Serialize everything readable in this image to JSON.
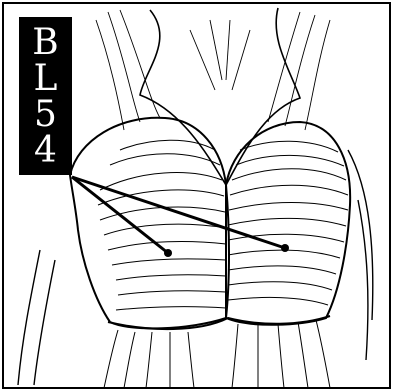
{
  "point_code": {
    "chars": [
      "B",
      "L",
      "5",
      "4"
    ]
  },
  "colors": {
    "ink": "#000000",
    "paper": "#ffffff",
    "label_bg": "#000000",
    "label_text": "#ffffff"
  },
  "figure": {
    "subject": "buttocks-muscle-anatomy",
    "markers": 2
  }
}
